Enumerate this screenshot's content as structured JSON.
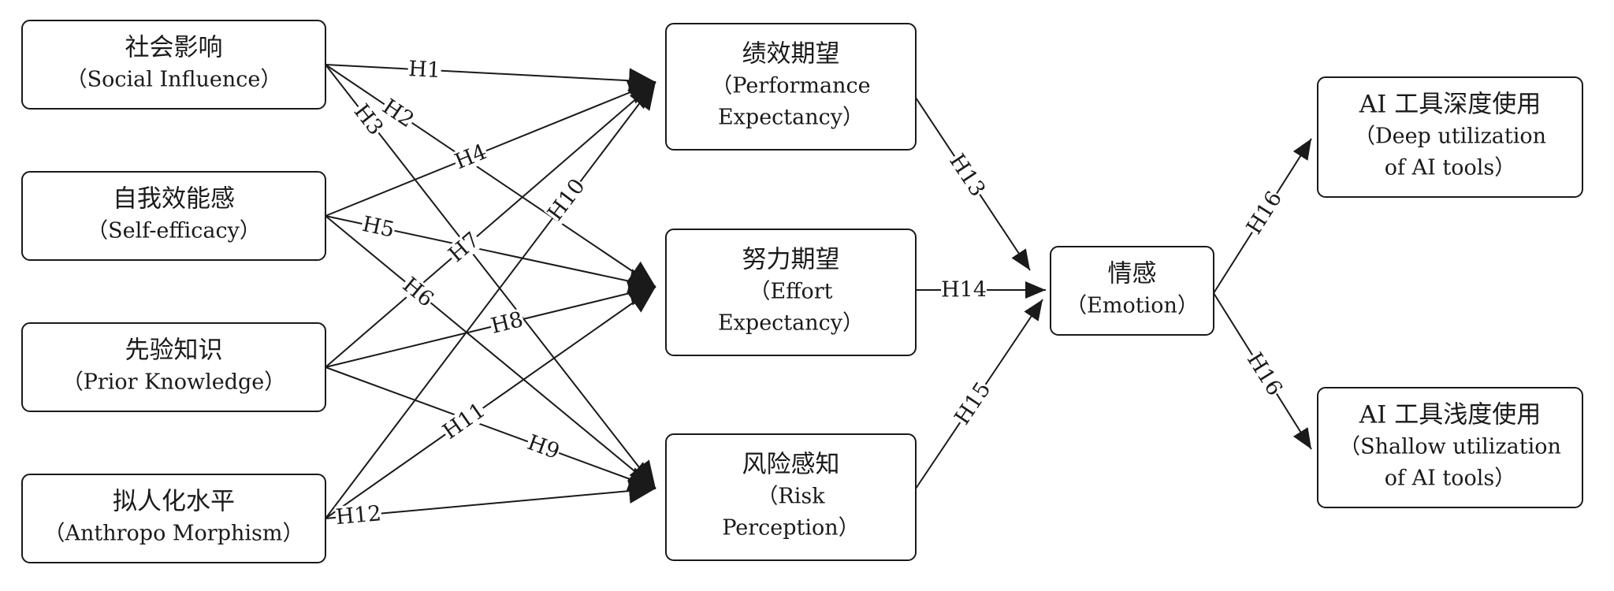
{
  "nodes": {
    "social": {
      "zh": "社会影响",
      "en": [
        "（Social Influence）"
      ]
    },
    "selfeff": {
      "zh": "自我效能感",
      "en": [
        "（Self-efficacy）"
      ]
    },
    "prior": {
      "zh": "先验知识",
      "en": [
        "（Prior Knowledge）"
      ]
    },
    "anthro": {
      "zh": "拟人化水平",
      "en": [
        "（Anthropo Morphism）"
      ]
    },
    "perf": {
      "zh": "绩效期望",
      "en": [
        "（Performance",
        "Expectancy）"
      ]
    },
    "effort": {
      "zh": "努力期望",
      "en": [
        "（Effort",
        "Expectancy）"
      ]
    },
    "risk": {
      "zh": "风险感知",
      "en": [
        "（Risk",
        "Perception）"
      ]
    },
    "emotion": {
      "zh": "情感",
      "en": [
        "（Emotion）"
      ]
    },
    "deep": {
      "zh": "AI 工具深度使用",
      "en": [
        "（Deep utilization",
        "of AI tools）"
      ]
    },
    "shallow": {
      "zh": "AI 工具浅度使用",
      "en": [
        "（Shallow utilization",
        "of AI tools）"
      ]
    }
  },
  "edges": [
    {
      "label": "H1",
      "from": "social",
      "to": "perf"
    },
    {
      "label": "H2",
      "from": "social",
      "to": "effort"
    },
    {
      "label": "H3",
      "from": "social",
      "to": "risk"
    },
    {
      "label": "H4",
      "from": "selfeff",
      "to": "perf"
    },
    {
      "label": "H5",
      "from": "selfeff",
      "to": "effort"
    },
    {
      "label": "H6",
      "from": "selfeff",
      "to": "risk"
    },
    {
      "label": "H7",
      "from": "prior",
      "to": "perf"
    },
    {
      "label": "H8",
      "from": "prior",
      "to": "effort"
    },
    {
      "label": "H9",
      "from": "prior",
      "to": "risk"
    },
    {
      "label": "H10",
      "from": "anthro",
      "to": "perf"
    },
    {
      "label": "H11",
      "from": "anthro",
      "to": "effort"
    },
    {
      "label": "H12",
      "from": "anthro",
      "to": "risk"
    },
    {
      "label": "H13",
      "from": "perf",
      "to": "emotion"
    },
    {
      "label": "H14",
      "from": "effort",
      "to": "emotion"
    },
    {
      "label": "H15",
      "from": "risk",
      "to": "emotion"
    },
    {
      "label": "H16",
      "from": "emotion",
      "to": "deep"
    },
    {
      "label": "H16",
      "from": "emotion",
      "to": "shallow"
    }
  ]
}
